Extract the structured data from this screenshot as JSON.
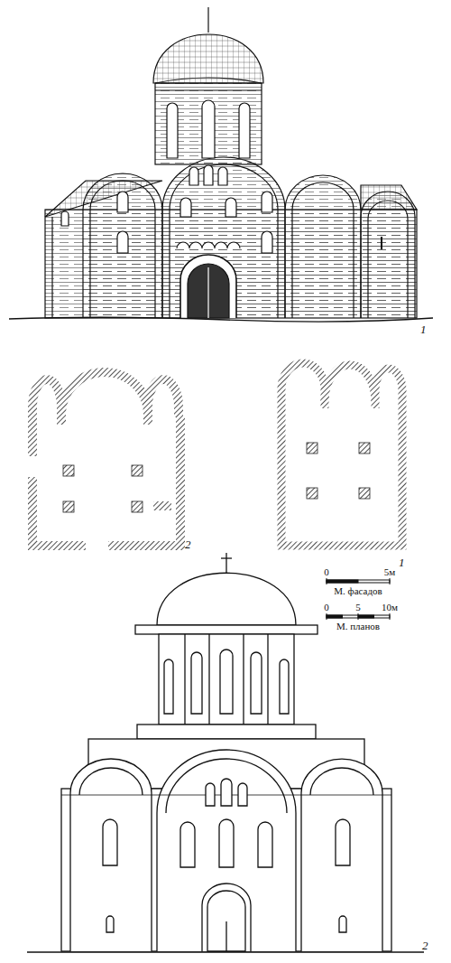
{
  "diagram": {
    "labels": [
      "1",
      "2",
      "1",
      "0",
      "5м",
      "М. фасадов",
      "0",
      "5",
      "10м",
      "М. планов",
      "2"
    ]
  }
}
